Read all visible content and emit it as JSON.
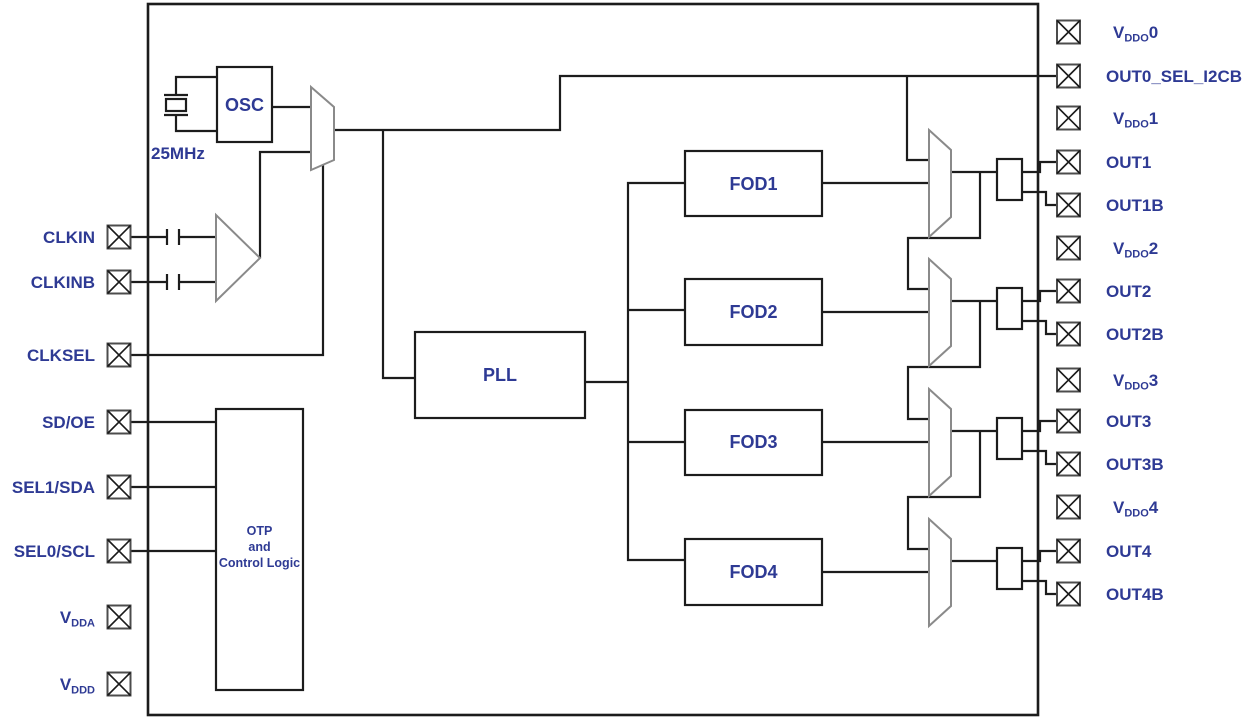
{
  "diagram": {
    "blocks": {
      "osc": "OSC",
      "pll": "PLL",
      "fod1": "FOD1",
      "fod2": "FOD2",
      "fod3": "FOD3",
      "fod4": "FOD4",
      "otp_line1": "OTP",
      "otp_line2": "and",
      "otp_line3": "Control Logic",
      "crystal_freq": "25MHz"
    },
    "pins_left": [
      {
        "label": "CLKIN"
      },
      {
        "label": "CLKINB"
      },
      {
        "label": "CLKSEL"
      },
      {
        "label": "SD/OE"
      },
      {
        "label": "SEL1/SDA"
      },
      {
        "label": "SEL0/SCL"
      },
      {
        "pre": "V",
        "sub": "DDA",
        "post": ""
      },
      {
        "pre": "V",
        "sub": "DDD",
        "post": ""
      }
    ],
    "pins_right": [
      {
        "pre": "V",
        "sub": "DDO",
        "post": "0"
      },
      {
        "label": "OUT0_SEL_I2CB"
      },
      {
        "pre": "V",
        "sub": "DDO",
        "post": "1"
      },
      {
        "label": "OUT1"
      },
      {
        "label": "OUT1B"
      },
      {
        "pre": "V",
        "sub": "DDO",
        "post": "2"
      },
      {
        "label": "OUT2"
      },
      {
        "label": "OUT2B"
      },
      {
        "pre": "V",
        "sub": "DDO",
        "post": "3"
      },
      {
        "label": "OUT3"
      },
      {
        "label": "OUT3B"
      },
      {
        "pre": "V",
        "sub": "DDO",
        "post": "4"
      },
      {
        "label": "OUT4"
      },
      {
        "label": "OUT4B"
      }
    ],
    "colors": {
      "wire": "#1c1c1c",
      "mux_outline": "#8a8a8a",
      "label_text": "#2e3a94",
      "background": "#ffffff"
    }
  }
}
